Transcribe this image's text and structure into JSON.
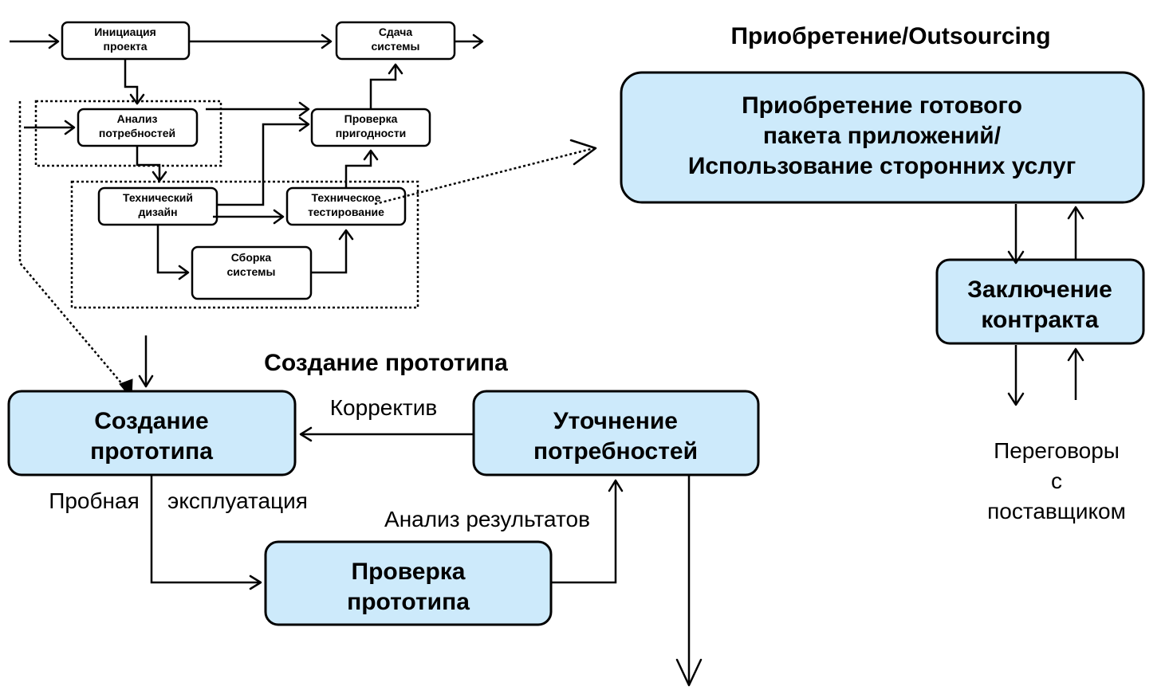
{
  "waterfall": {
    "initiation": [
      "Инициация",
      "проекта"
    ],
    "delivery": [
      "Сдача",
      "системы"
    ],
    "analysis": [
      "Анализ",
      "потребностей"
    ],
    "fitness_check": [
      "Проверка",
      "пригодности"
    ],
    "tech_design": [
      "Технический",
      "дизайн"
    ],
    "tech_testing": [
      "Техническое",
      "тестирование"
    ],
    "assembly": [
      "Сборка",
      "системы"
    ]
  },
  "outsourcing": {
    "title": "Приобретение/Outsourcing",
    "acquire": [
      "Приобретение готового",
      "пакета приложений/",
      "Использование сторонних услуг"
    ],
    "contract": [
      "Заключение",
      "контракта"
    ],
    "negotiations": [
      "Переговоры",
      "с",
      "поставщиком"
    ]
  },
  "prototype": {
    "title": "Создание прототипа",
    "create": [
      "Создание",
      "прототипа"
    ],
    "refine": [
      "Уточнение",
      "потребностей"
    ],
    "check": [
      "Проверка",
      "прототипа"
    ],
    "label_correction": "Корректив",
    "label_trial_1": "Пробная",
    "label_trial_2": "эксплуатация",
    "label_analysis": "Анализ результатов"
  }
}
